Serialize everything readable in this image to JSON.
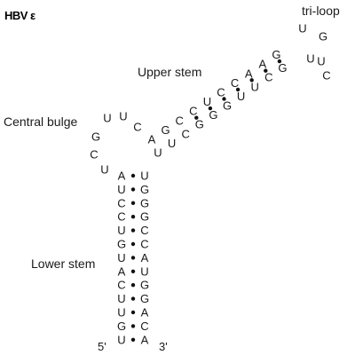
{
  "title": "HBV ε",
  "labels": {
    "tri_loop": "tri-loop",
    "upper_stem": "Upper stem",
    "central_bulge": "Central bulge",
    "lower_stem": "Lower stem",
    "five_prime": "5'",
    "three_prime": "3'"
  },
  "lower_stem": {
    "left": [
      "A",
      "U",
      "C",
      "C",
      "U",
      "G",
      "U",
      "A",
      "C",
      "U",
      "U",
      "G",
      "U"
    ],
    "right": [
      "U",
      "G",
      "G",
      "G",
      "C",
      "C",
      "A",
      "U",
      "G",
      "G",
      "A",
      "C",
      "A"
    ]
  },
  "bulge": [
    "U",
    "C",
    "G",
    "U",
    "U",
    "C"
  ],
  "upper_stem": {
    "left": [
      "A",
      "G",
      "C",
      "C",
      "U",
      "C",
      "C",
      "A",
      "A",
      "G"
    ],
    "right": [
      "U",
      "U",
      "C",
      "G",
      "G",
      "G",
      "U",
      "U",
      "C",
      "G"
    ]
  },
  "tri_loop_nts": [
    "U",
    "G",
    "U"
  ],
  "extra_right": [
    "U",
    "C"
  ]
}
